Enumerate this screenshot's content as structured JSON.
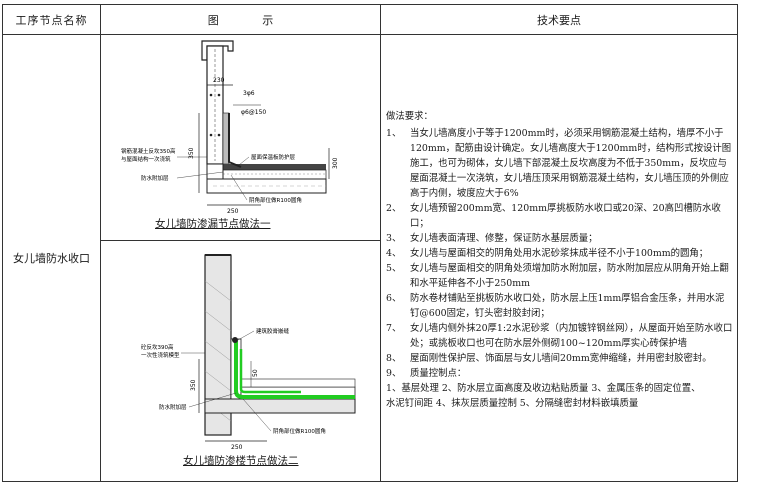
{
  "table": {
    "headers": {
      "name": "工序节点名称",
      "figure": "图 示",
      "tech": "技术要点"
    },
    "row_name": "女儿墙防水收口"
  },
  "figure1": {
    "caption": "女儿墙防渗漏节点做法一",
    "dim_230": "230",
    "dim_3phi6": "3φ6",
    "dim_phi6": "φ6@150",
    "dim_350": "350",
    "dim_300": "300",
    "dim_250": "250",
    "note_concrete": "钢筋混凝土反坎350高",
    "note_concrete2": "与屋面结构一次浇筑",
    "note_board": "屋面保温板防护层",
    "note_waterproof": "防水附加层",
    "note_round": "阴角部位做R100圆角"
  },
  "figure2": {
    "caption": "女儿墙防渗楼节点做法二",
    "note_seal": "建筑胶膏嵌缝",
    "note_kerb1": "砼反坎390高",
    "note_kerb2": "一次性浇筑模型",
    "dim_350": "350",
    "dim_50": "50",
    "dim_250": "250",
    "note_extra": "防水附加层",
    "note_round": "阴角部位做R100圆角"
  },
  "tech": {
    "title": "做法要求：",
    "items": [
      {
        "n": "1、",
        "t": "当女儿墙高度小于等于1200mm时，必须采用钢筋混凝土结构，墙厚不小于120mm，配筋由设计确定。女儿墙高度大于1200mm时，结构形式按设计图施工，也可为砌体，女儿墙下部混凝土反坎高度为不低于350mm，反坎应与屋面混凝土一次浇筑，女儿墙压顶采用钢筋混凝土结构，女儿墙压顶的外侧应高于内侧，坡度应大于6%"
      },
      {
        "n": "2、",
        "t": "女儿墙预留200mm宽、120mm厚挑板防水收口或20深、20高凹槽防水收口；"
      },
      {
        "n": "3、",
        "t": "女儿墙表面清理、修整，保证防水基层质量；"
      },
      {
        "n": "4、",
        "t": "女儿墙与屋面相交的阴角处用水泥砂浆抹成半径不小于100mm的圆角；"
      },
      {
        "n": "5、",
        "t": "女儿墙与屋面相交的阴角处须增加防水附加层，防水附加层应从阴角开始上翻和水平延伸各不小于250mm"
      },
      {
        "n": "6、",
        "t": "防水卷材铺贴至挑板防水收口处，防水层上压1mm厚铝合金压条，并用水泥钉@600固定，钉头密封胶封闭；"
      },
      {
        "n": "7、",
        "t": "女儿墙内侧外抹20厚1:2水泥砂浆（内加镀锌钢丝网），从屋面开始至防水收口处；或挑板收口也可在防水层外侧砌100~120mm厚实心砖保护墙"
      },
      {
        "n": "8、",
        "t": "屋面刚性保护层、饰面层与女儿墙间20mm宽伸缩缝，并用密封胶密封。"
      },
      {
        "n": "9、",
        "t": "质量控制点："
      }
    ],
    "control_points": [
      "1、基层处理    2、防水层立面高度及收边粘贴质量    3、金属压条的固定位置、",
      "水泥钉间距    4、抹灰层质量控制    5、分隔缝密封材料嵌填质量"
    ]
  },
  "colors": {
    "line": "#333333",
    "green": "#22cc22"
  }
}
